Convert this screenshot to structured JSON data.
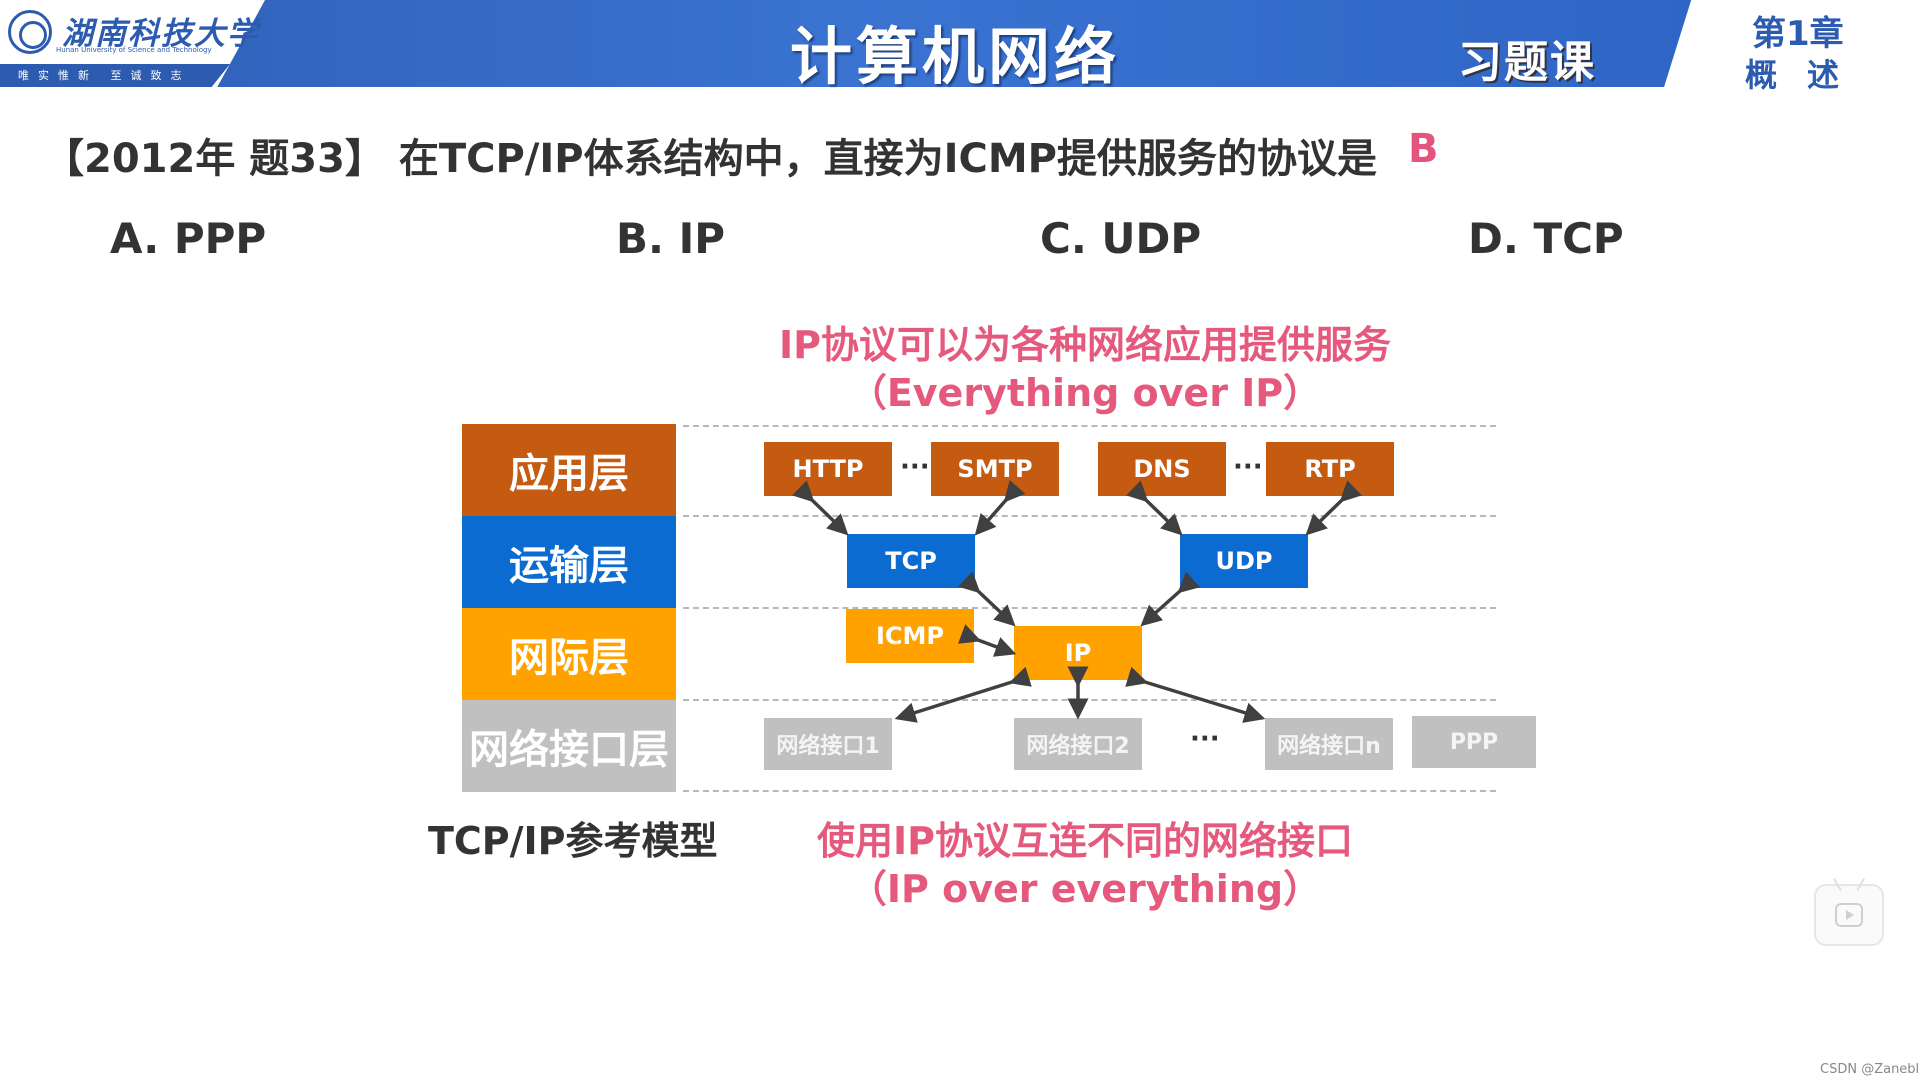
{
  "header": {
    "university_name": "湖南科技大学",
    "university_name_en": "Hunan University of Science and Technology",
    "motto": "唯实惟新 至诚致志",
    "title": "计算机网络",
    "section": "习题课",
    "chapter_number": "第1章",
    "chapter_name": "概述"
  },
  "question": {
    "text": "【2012年 题33】 在TCP/IP体系结构中，直接为ICMP提供服务的协议是",
    "answer": "B",
    "options": [
      "A. PPP",
      "B. IP",
      "C. UDP",
      "D. TCP"
    ]
  },
  "captions": {
    "top_line1": "IP协议可以为各种网络应用提供服务",
    "top_line2": "（Everything over IP）",
    "bottom_line1": "使用IP协议互连不同的网络接口",
    "bottom_line2": "（IP over everything）"
  },
  "layers": [
    "应用层",
    "运输层",
    "网际层",
    "网络接口层"
  ],
  "model_label": "TCP/IP参考模型",
  "protocols": {
    "application": [
      "HTTP",
      "SMTP",
      "DNS",
      "RTP"
    ],
    "transport": [
      "TCP",
      "UDP"
    ],
    "internet": [
      "ICMP",
      "IP"
    ],
    "interfaces": [
      "网络接口1",
      "网络接口2",
      "网络接口n",
      "PPP"
    ],
    "ellipsis": "···"
  },
  "colors": {
    "header_blue": "#2f5fb7",
    "answer_pink": "#e5547c",
    "application_layer": "#c55a11",
    "transport_layer": "#0b6bd1",
    "internet_layer": "#ffa200",
    "interface_layer": "#c0c0c0"
  },
  "icons": [
    "university-emblem",
    "play-icon"
  ],
  "watermark": "CSDN @Zanebla"
}
